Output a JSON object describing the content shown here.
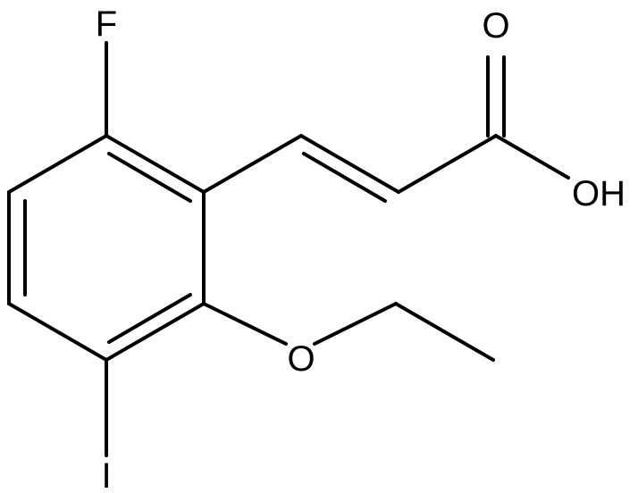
{
  "molecule": {
    "atoms": {
      "fluorine": "F",
      "carbonyl_oxygen": "O",
      "hydroxyl": "OH",
      "ether_oxygen": "O",
      "iodine": "I"
    }
  },
  "colors": {
    "bond": "#000000",
    "label": "#000000",
    "background": "#ffffff"
  }
}
